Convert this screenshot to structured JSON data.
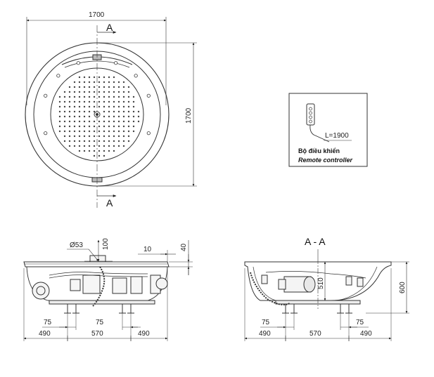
{
  "top_view": {
    "width_dim": "1700",
    "height_dim": "1700",
    "section_top": "A",
    "section_bottom": "A"
  },
  "remote": {
    "cable_length": "L=1900",
    "label_vi": "Bộ điều khiển",
    "label_en": "Remote controller"
  },
  "side_view": {
    "diameter": "Ø53",
    "dim_100": "100",
    "dim_10": "10",
    "dim_40": "40",
    "dim_75_left": "75",
    "dim_75_right": "75",
    "dim_490_left": "490",
    "dim_570": "570",
    "dim_490_right": "490"
  },
  "section_view": {
    "title": "A - A",
    "dim_510": "510",
    "dim_600": "600",
    "dim_75_left": "75",
    "dim_75_right": "75",
    "dim_490_left": "490",
    "dim_570": "570",
    "dim_490_right": "490"
  }
}
